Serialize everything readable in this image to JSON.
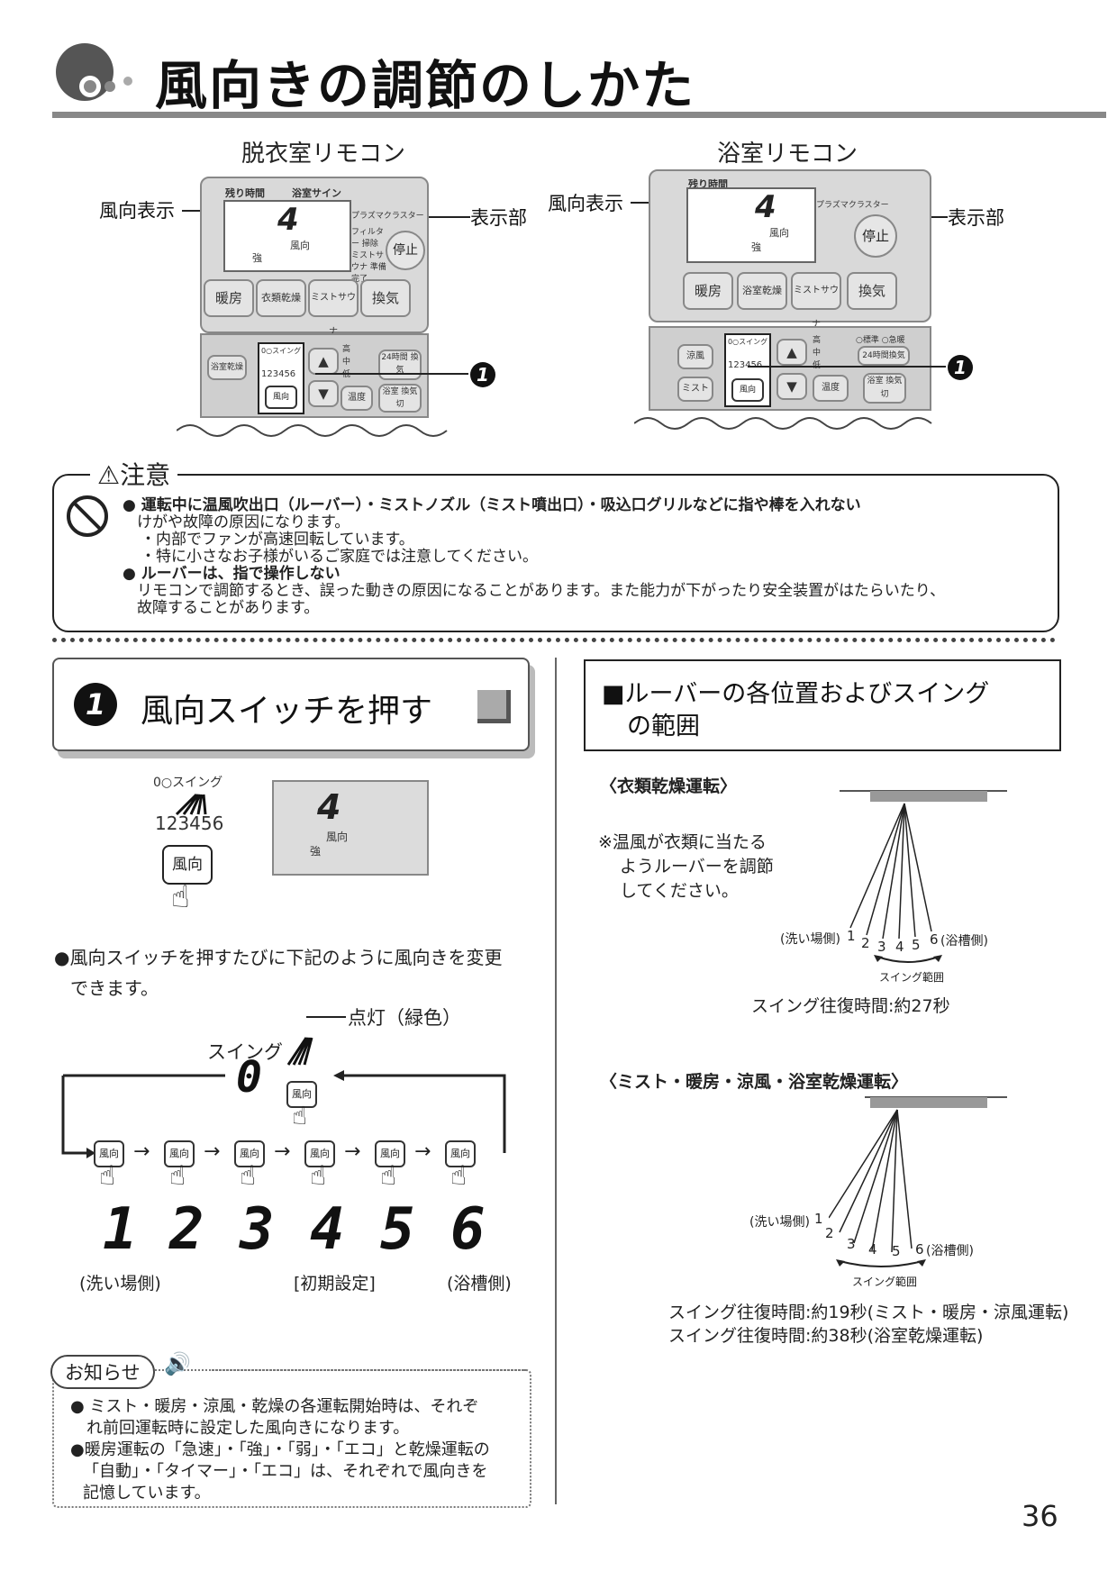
{
  "header": {
    "title": "風向きの調節のしかた"
  },
  "remotes": {
    "left": {
      "title": "脱衣室リモコン",
      "label_wind": "風向表示",
      "label_display": "表示部",
      "top_labels": [
        "残り時間",
        "浴室サイン"
      ],
      "brand": "プラズマクラスター",
      "lcd_digit": "4",
      "lcd_sub1": "風向",
      "lcd_sub2": "強",
      "side_notes": [
        "フィルター 掃除",
        "ミストサウナ 準備完了"
      ],
      "stop": "停止",
      "buttons": [
        "暖房",
        "衣類乾燥",
        "ミストサウナ",
        "換気"
      ],
      "lower_left": "浴室乾燥",
      "swing": "0○スイング",
      "swing_digits": "123456",
      "wind_btn": "風向",
      "levels": [
        "高",
        "中",
        "低"
      ],
      "timer": "24時間 換気",
      "temp": "温度",
      "bath": "浴室 換気切",
      "marker": "1"
    },
    "right": {
      "title": "浴室リモコン",
      "label_wind": "風向表示",
      "label_display": "表示部",
      "top_labels": [
        "残り時間"
      ],
      "brand": "プラズマクラスター",
      "lcd_digit": "4",
      "lcd_sub1": "風向",
      "lcd_sub2": "強",
      "stop": "停止",
      "buttons": [
        "暖房",
        "浴室乾燥",
        "ミストサウナ",
        "換気"
      ],
      "lower_left1": "涼風",
      "lower_left2": "ミスト",
      "swing": "0○スイング",
      "swing_digits": "123456",
      "wind_btn": "風向",
      "levels": [
        "高",
        "中",
        "低"
      ],
      "modes": "○標準 ○急暖",
      "timer": "24時間換気",
      "temp": "温度",
      "bath": "浴室 換気切",
      "marker": "1"
    }
  },
  "caution": {
    "title": "注意",
    "items": [
      {
        "head": "運転中に温風吹出口（ルーバー）・ミストノズル（ミスト噴出口）・吸込口グリルなどに指や棒を入れない",
        "lines": [
          "けがや故障の原因になります。",
          "・内部でファンが高速回転しています。",
          "・特に小さなお子様がいるご家庭では注意してください。"
        ]
      },
      {
        "head": "ルーバーは、指で操作しない",
        "lines": [
          "リモコンで調節するとき、誤った動きの原因になることがあります。また能力が下がったり安全装置がはたらいたり、",
          "故障することがあります。"
        ]
      }
    ]
  },
  "step1": {
    "number": "1",
    "title": "風向スイッチを押す",
    "swing": "0○スイング",
    "digits": "123456",
    "btn": "風向",
    "lcd_digit": "4",
    "lcd_sub1": "風向",
    "lcd_sub2": "強",
    "desc_line1": "●風向スイッチを押すたびに下記のように風向きを変更",
    "desc_line2": "できます。",
    "lit": "点灯（緑色）",
    "swing_label": "スイング",
    "swing_digit": "0",
    "seq_btn": "風向",
    "seq": [
      "1",
      "2",
      "3",
      "4",
      "5",
      "6"
    ],
    "seq_labels": [
      "(洗い場側)",
      "[初期設定]",
      "(浴槽側)"
    ]
  },
  "notice": {
    "tag": "お知らせ",
    "lines": [
      "● ミスト・暖房・涼風・乾燥の各運転開始時は、それぞ",
      "れ前回運転時に設定した風向きになります。",
      "●暖房運転の「急速」・「強」・「弱」・「エコ」と乾燥運転の",
      "「自動」・「タイマー」・「エコ」は、それぞれで風向きを",
      "記憶しています。"
    ]
  },
  "louver": {
    "title_line1": "■ルーバーの各位置およびスイング",
    "title_line2": "の範囲",
    "sec1": "〈衣類乾燥運転〉",
    "note1": [
      "※温風が衣類に当たる",
      "ようルーバーを調節",
      "してください。"
    ],
    "left_label": "(洗い場側)",
    "right_label": "(浴槽側)",
    "positions": [
      "1",
      "2",
      "3",
      "4",
      "5",
      "6"
    ],
    "range": "スイング範囲",
    "time1": "スイング往復時間:約27秒",
    "sec2": "〈ミスト・暖房・涼風・浴室乾燥運転〉",
    "time2a": "スイング往復時間:約19秒(ミスト・暖房・涼風運転)",
    "time2b": "スイング往復時間:約38秒(浴室乾燥運転)"
  },
  "page_number": "36"
}
